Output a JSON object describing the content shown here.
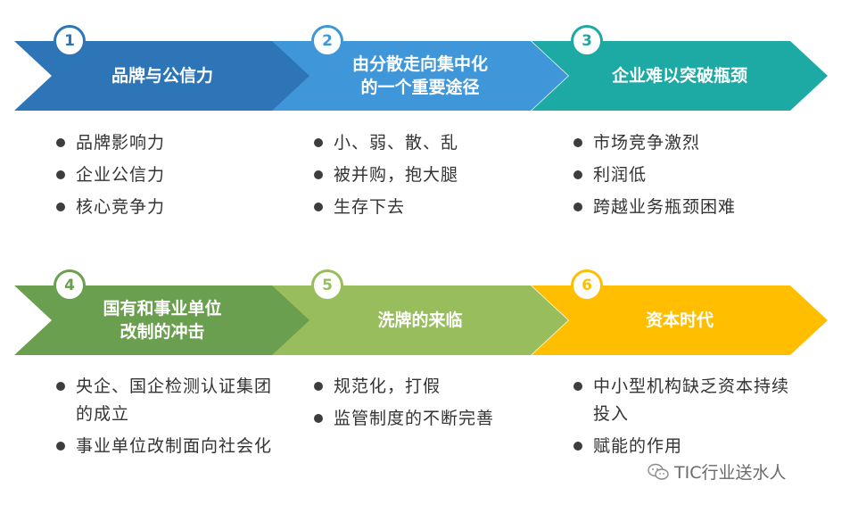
{
  "steps": [
    {
      "number": "1",
      "title": "品牌与公信力",
      "color": "#2d75b6",
      "bullets": [
        "品牌影响力",
        "企业公信力",
        "核心竞争力"
      ]
    },
    {
      "number": "2",
      "title": "由分散走向集中化\n的一个重要途径",
      "color": "#3f97d9",
      "bullets": [
        "小、弱、散、乱",
        "被并购，抱大腿",
        "生存下去"
      ]
    },
    {
      "number": "3",
      "title": "企业难以突破瓶颈",
      "color": "#1da9a4",
      "bullets": [
        "市场竞争激烈",
        "利润低",
        "跨越业务瓶颈困难"
      ]
    },
    {
      "number": "4",
      "title": "国有和事业单位\n改制的冲击",
      "color": "#6a9f4f",
      "bullets": [
        "央企、国企检测认证集团的成立",
        "事业单位改制面向社会化"
      ]
    },
    {
      "number": "5",
      "title": "洗牌的来临",
      "color": "#97bd5c",
      "bullets": [
        "规范化，打假",
        "监管制度的不断完善"
      ]
    },
    {
      "number": "6",
      "title": "资本时代",
      "color": "#ffbf00",
      "bullets": [
        "中小型机构缺乏资本持续投入",
        "赋能的作用"
      ]
    }
  ],
  "watermark": {
    "text": "TIC行业送水人",
    "icon": "wechat-icon"
  }
}
